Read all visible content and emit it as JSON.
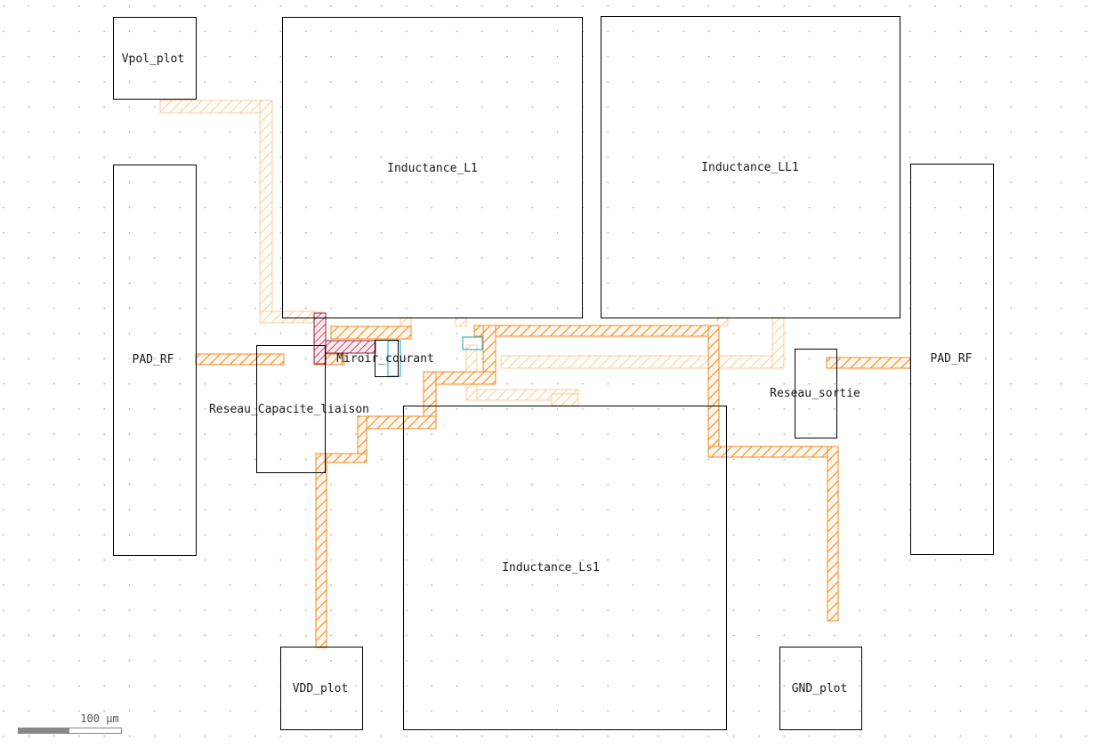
{
  "layout_view": {
    "cells": {
      "vpol_plot": "Vpol_plot",
      "inductance_l1": "Inductance_L1",
      "inductance_ll1": "Inductance_LL1",
      "pad_rf_left": "PAD_RF",
      "pad_rf_right": "PAD_RF",
      "miroir_courant": "Miroir_courant",
      "reseau_capacite_liaison": "Reseau_Capacite_liaison",
      "reseau_sortie": "Reseau_sortie",
      "inductance_ls1": "Inductance_Ls1",
      "vdd_plot": "VDD_plot",
      "gnd_plot": "GND_plot"
    },
    "scale_bar": {
      "label": "100 µm"
    }
  },
  "colors": {
    "background": "#ffffff",
    "grid_dot": "#9a9a9a",
    "cell_outline": "#000000",
    "metal_orange": "#f28a1e",
    "metal_light": "#f5cfa0",
    "poly_red": "#a01a3a",
    "via_cyan": "#3bb0d6",
    "scale_bar": "#888888"
  }
}
